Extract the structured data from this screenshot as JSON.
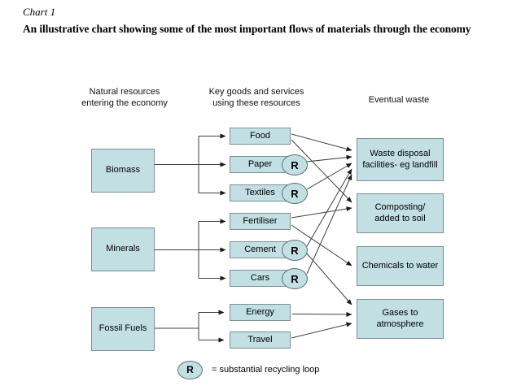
{
  "title": "Chart 1",
  "subtitle": "An illustrative chart showing some of the most important flows of materials through the economy",
  "columns": {
    "resources": {
      "header": "Natural resources\nentering the economy",
      "items": [
        {
          "label": "Biomass"
        },
        {
          "label": "Minerals"
        },
        {
          "label": "Fossil Fuels"
        }
      ]
    },
    "goods": {
      "header": "Key goods and services\nusing these resources",
      "items": [
        {
          "label": "Food",
          "recycling_loop": false
        },
        {
          "label": "Paper",
          "recycling_loop": true
        },
        {
          "label": "Textiles",
          "recycling_loop": true
        },
        {
          "label": "Fertiliser",
          "recycling_loop": false
        },
        {
          "label": "Cement",
          "recycling_loop": true
        },
        {
          "label": "Cars",
          "recycling_loop": true
        },
        {
          "label": "Energy",
          "recycling_loop": false
        },
        {
          "label": "Travel",
          "recycling_loop": false
        }
      ]
    },
    "waste": {
      "header": "Eventual waste",
      "items": [
        {
          "label": "Waste disposal\nfacilities- eg landfill"
        },
        {
          "label": "Composting/\nadded to soil"
        },
        {
          "label": "Chemicals to water"
        },
        {
          "label": "Gases to\natmosphere"
        }
      ]
    }
  },
  "legend": {
    "symbol": "R",
    "text": "= substantial recycling loop"
  },
  "flows": {
    "resources_to_goods": {
      "Biomass": [
        "Food",
        "Paper",
        "Textiles"
      ],
      "Minerals": [
        "Fertiliser",
        "Cement",
        "Cars"
      ],
      "Fossil Fuels": [
        "Energy",
        "Travel"
      ]
    },
    "goods_to_waste": {
      "Food": [
        "Waste disposal facilities- eg landfill",
        "Composting/added to soil"
      ],
      "Paper": [
        "Waste disposal facilities- eg landfill"
      ],
      "Textiles": [
        "Waste disposal facilities- eg landfill"
      ],
      "Fertiliser": [
        "Composting/added to soil",
        "Chemicals to water"
      ],
      "Cement": [
        "Waste disposal facilities- eg landfill",
        "Gases to atmosphere"
      ],
      "Cars": [
        "Waste disposal facilities- eg landfill"
      ],
      "Energy": [
        "Gases to atmosphere"
      ],
      "Travel": [
        "Gases to atmosphere"
      ]
    }
  },
  "colors": {
    "box_fill": "#c2dfe4",
    "box_border": "#7d8f93",
    "line": "#3f3f3f",
    "background": "#ffffff"
  }
}
